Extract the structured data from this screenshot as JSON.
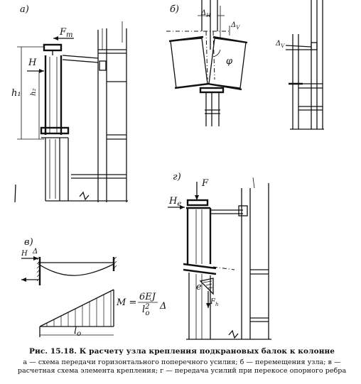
{
  "figure": {
    "panel_labels": {
      "a": "а)",
      "b": "б)",
      "v": "в)",
      "g": "г)"
    },
    "force_labels": {
      "Ft": "F",
      "Ft_sub": "т",
      "H": "H",
      "h1": "h₁",
      "h2": "h₂",
      "delta_h": "Δ",
      "delta_h_sub": "H",
      "delta_v": "Δ",
      "delta_v_sub": "V",
      "phi": "φ",
      "F": "F",
      "He": "H",
      "He_sub": "e",
      "e": "e",
      "Fh": "F",
      "Fh_sub": "h",
      "l0": "l",
      "l0_sub": "о",
      "M": "M =",
      "M_num": "6EJ",
      "M_den": "l",
      "M_den_sup": "2",
      "M_den_sub": "o",
      "M_delta": "Δ",
      "tag_e": "е"
    }
  },
  "caption": {
    "title": "Рис. 15.18. К расчету узла крепления подкрановых балок к колонне",
    "body": "а — схема передачи горизонтального поперечного усилия; б — перемещения узла; в — расчетная схема элемента крепления; г — передача усилий при перекосе опорного ребра"
  }
}
